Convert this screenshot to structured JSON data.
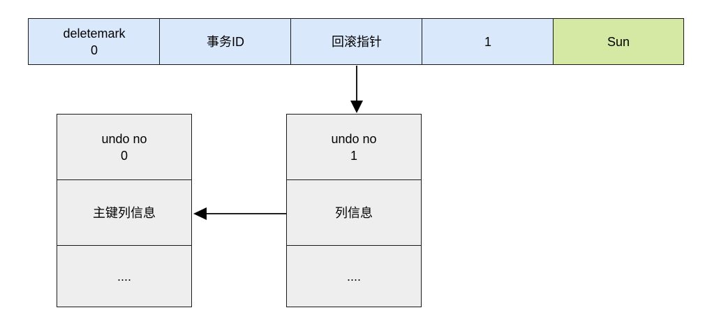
{
  "record": {
    "fields": [
      {
        "text": "deletemark\n0"
      },
      {
        "text": "事务ID"
      },
      {
        "text": "回滚指针"
      },
      {
        "text": "1"
      },
      {
        "text": "Sun"
      }
    ]
  },
  "undo_logs": [
    {
      "undo_no": "undo no\n0",
      "info": "主键列信息",
      "more": "...."
    },
    {
      "undo_no": "undo no\n1",
      "info": "列信息",
      "more": "...."
    }
  ],
  "colors": {
    "record_fill": "#dae8fc",
    "name_fill": "#d5e8a4",
    "undo_fill": "#eeeeee",
    "stroke": "#1a1a1a"
  }
}
